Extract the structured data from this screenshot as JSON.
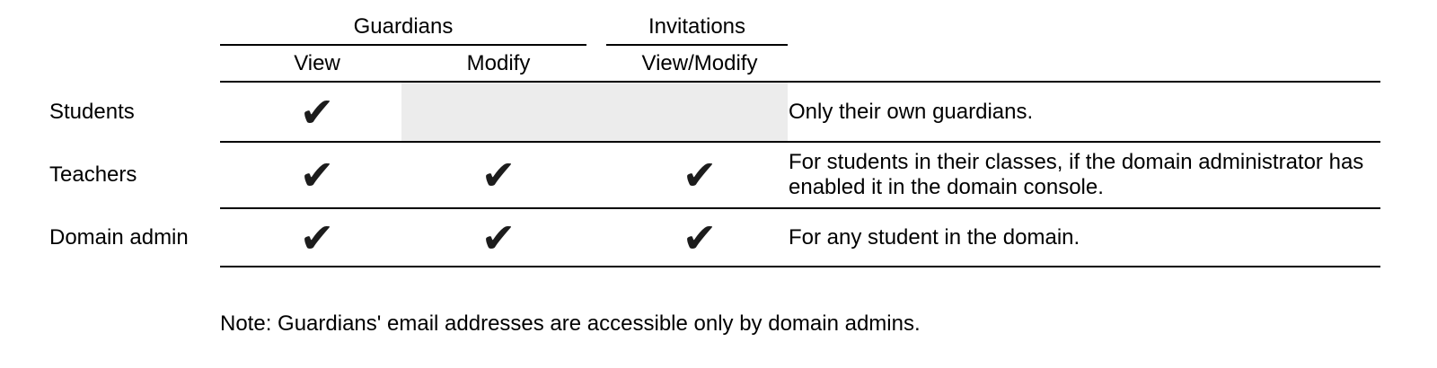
{
  "table": {
    "column_groups": [
      {
        "label": "Guardians"
      },
      {
        "label": "Invitations"
      }
    ],
    "columns": [
      {
        "label": "View"
      },
      {
        "label": "Modify"
      },
      {
        "label": "View/Modify"
      }
    ],
    "rows": [
      {
        "label": "Students",
        "checks": {
          "view": "✔",
          "modify": "",
          "view_modify": ""
        },
        "modify_and_invitations_disabled": true,
        "note": "Only their own guardians."
      },
      {
        "label": "Teachers",
        "checks": {
          "view": "✔",
          "modify": "✔",
          "view_modify": "✔"
        },
        "modify_and_invitations_disabled": false,
        "note": "For students in their classes, if the domain administrator has enabled it in the domain console."
      },
      {
        "label": "Domain admin",
        "checks": {
          "view": "✔",
          "modify": "✔",
          "view_modify": "✔"
        },
        "modify_and_invitations_disabled": false,
        "note": "For any student in the domain."
      }
    ],
    "check_glyph": "✔"
  },
  "footnote": "Note: Guardians' email addresses are accessible only by domain admins.",
  "colors": {
    "text": "#000000",
    "line": "#000000",
    "disabled_cell": "#ececec",
    "background": "#ffffff"
  }
}
